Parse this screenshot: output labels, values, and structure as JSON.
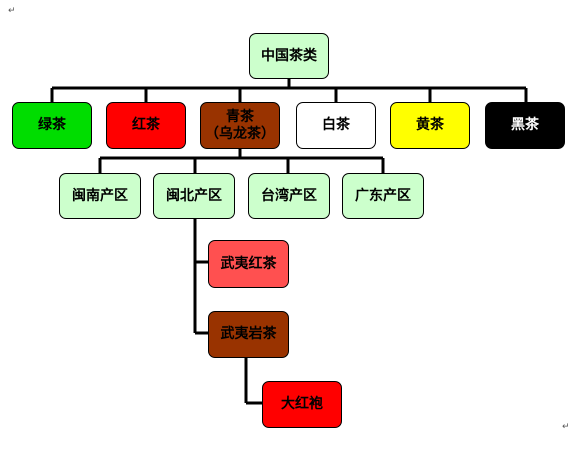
{
  "root": {
    "label": "中国茶类",
    "color": "#ccffcc"
  },
  "categories": [
    {
      "label": "绿茶",
      "color": "#00dd00",
      "text": "#000000"
    },
    {
      "label": "红茶",
      "color": "#ff0000",
      "text": "#000000"
    },
    {
      "label": "青茶",
      "sub": "（乌龙茶）",
      "color": "#993300",
      "text": "#000000"
    },
    {
      "label": "白茶",
      "color": "#ffffff",
      "text": "#000000"
    },
    {
      "label": "黄茶",
      "color": "#ffff00",
      "text": "#000000"
    },
    {
      "label": "黑茶",
      "color": "#000000",
      "text": "#ffffff"
    }
  ],
  "regions": [
    {
      "label": "闽南产区",
      "color": "#ccffcc"
    },
    {
      "label": "闽北产区",
      "color": "#ccffcc"
    },
    {
      "label": "台湾产区",
      "color": "#ccffcc"
    },
    {
      "label": "广东产区",
      "color": "#ccffcc"
    }
  ],
  "wuyi_black": {
    "label": "武夷红茶",
    "color": "#ff5050"
  },
  "wuyi_rock": {
    "label": "武夷岩茶",
    "color": "#993300"
  },
  "dahongpao": {
    "label": "大红袍",
    "color": "#ff0000"
  },
  "marks": {
    "para": "↵",
    "corner": "↵"
  }
}
